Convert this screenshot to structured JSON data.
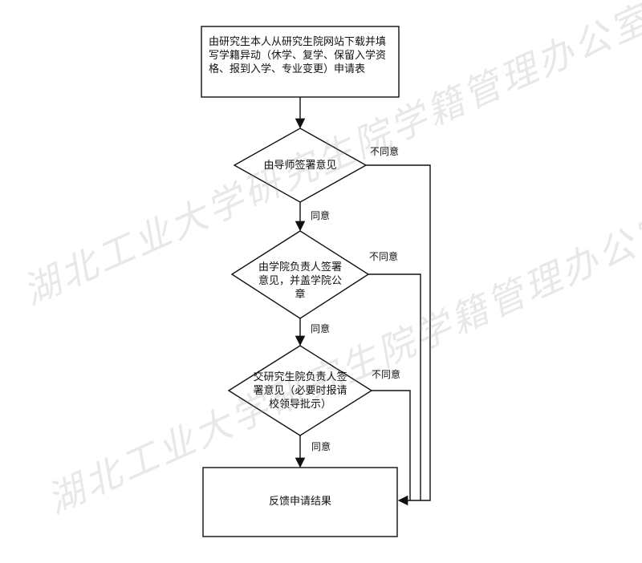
{
  "nodes": {
    "start": "由研究生本人从研究生院网站下载并填写学籍异动（休学、复学、保留入学资格、报到入学、专业变更）申请表",
    "advisor": "由导师签署意见",
    "college": "由学院负责人签署意见，并盖学院公章",
    "graduate_school": "交研究生院负责人签署意见（必要时报请校领导批示）",
    "result": "反馈申请结果"
  },
  "edge_labels": {
    "agree_1": "同意",
    "agree_2": "同意",
    "agree_3": "同意",
    "disagree_1": "不同意",
    "disagree_2": "不同意",
    "disagree_3": "不同意"
  },
  "watermark": "湖北工业大学研究生院学籍管理办公室"
}
